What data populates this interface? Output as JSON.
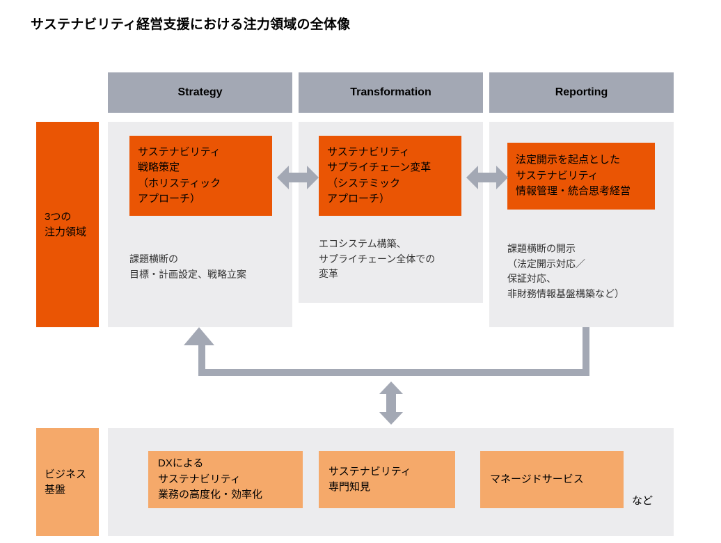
{
  "title": "サステナビリティ経営支援における注力領域の全体像",
  "colors": {
    "orange": "#EA5504",
    "peach": "#F5A96A",
    "header_gray": "#A3A8B4",
    "panel_gray": "#ECECEE",
    "arrow_gray": "#A3A8B4",
    "background": "#FFFFFF"
  },
  "columns": [
    {
      "header": "Strategy"
    },
    {
      "header": "Transformation"
    },
    {
      "header": "Reporting"
    }
  ],
  "side_labels": {
    "focus": "3つの\n注力領域",
    "base": "ビジネス\n基盤"
  },
  "focus_boxes": [
    "サステナビリティ\n戦略策定\n（ホリスティック\nアプローチ）",
    "サステナビリティ\nサプライチェーン変革\n（システミック\nアプローチ）",
    "法定開示を起点とした\nサステナビリティ\n情報管理・統合思考経営"
  ],
  "captions": [
    "課題横断の\n目標・計画設定、戦略立案",
    "エコシステム構築、\nサプライチェーン全体での\n変革",
    "課題横断の開示\n（法定開示対応／\n保証対応、\n非財務情報基盤構築など）"
  ],
  "base_boxes": [
    "DXによる\nサステナビリティ\n業務の高度化・効率化",
    "サステナビリティ\n専門知見",
    "マネージドサービス"
  ],
  "etc_note": "など",
  "arrows": {
    "horizontal_1": "double-headed-horizontal-arrow",
    "horizontal_2": "double-headed-horizontal-arrow",
    "vertical": "double-headed-vertical-arrow",
    "connector": "u-shaped-feedback-connector"
  }
}
